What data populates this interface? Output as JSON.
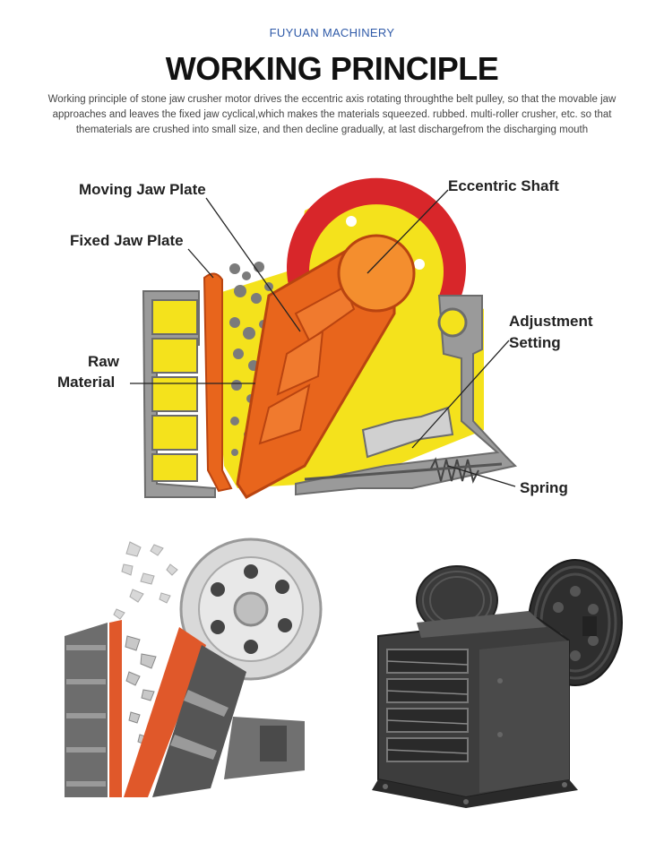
{
  "header": {
    "brand": "FUYUAN MACHINERY",
    "title": "WORKING PRINCIPLE",
    "description": "Working principle of stone jaw crusher motor drives the eccentric axis rotating throughthe belt pulley, so that the movable jaw approaches and leaves the fixed jaw cyclical,which makes the materials squeezed. rubbed. multi-roller crusher, etc. so that thematerials are crushed into small size, and then decline gradually, at last dischargefrom the discharging mouth"
  },
  "diagram": {
    "labels": {
      "moving_jaw_plate": "Moving Jaw Plate",
      "fixed_jaw_plate": "Fixed Jaw Plate",
      "raw_material_1": "Raw",
      "raw_material_2": "Material",
      "eccentric_shaft": "Eccentric Shaft",
      "adjustment_1": "Adjustment",
      "adjustment_2": "Setting",
      "spring": "Spring"
    },
    "colors": {
      "frame": "#8a8a8a",
      "fill_yellow": "#f4e21c",
      "jaw_orange": "#e8651c",
      "flywheel_red": "#d8262a"
    }
  },
  "photos": {
    "cutaway": "jaw-crusher-cutaway-render",
    "machine": "jaw-crusher-machine-render"
  }
}
